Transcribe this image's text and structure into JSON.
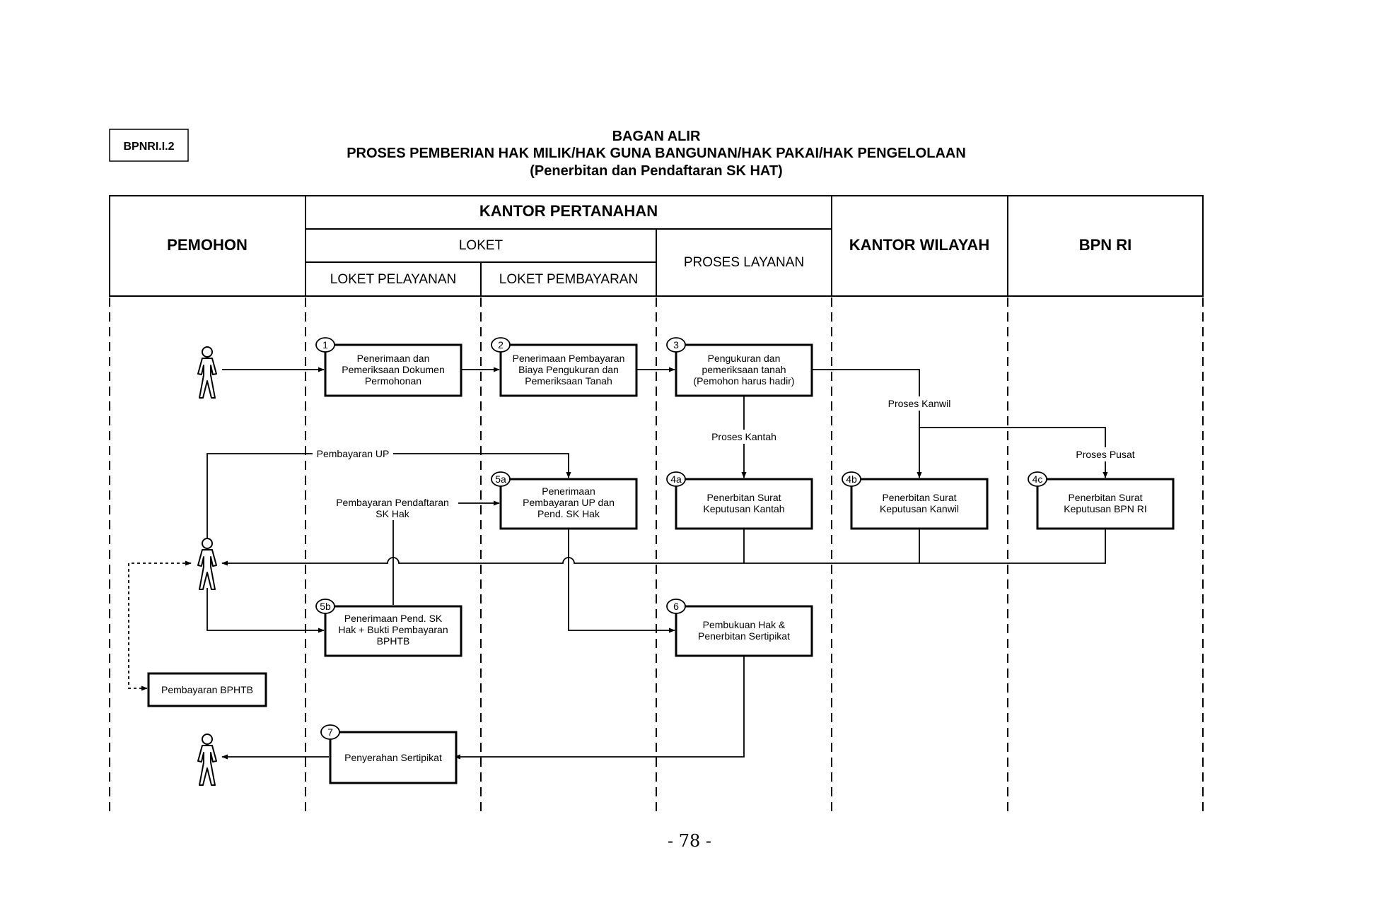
{
  "doc_code": "BPNRI.I.2",
  "title": {
    "line1": "BAGAN ALIR",
    "line2": "PROSES PEMBERIAN HAK MILIK/HAK GUNA BANGUNAN/HAK PAKAI/HAK PENGELOLAAN",
    "line3": "(Penerbitan dan Pendaftaran SK HAT)"
  },
  "header": {
    "pemohon": "PEMOHON",
    "kantor_pertanahan": "KANTOR PERTANAHAN",
    "loket": "LOKET",
    "loket_pelayanan": "LOKET PELAYANAN",
    "loket_pembayaran": "LOKET PEMBAYARAN",
    "proses_layanan": "PROSES LAYANAN",
    "kantor_wilayah": "KANTOR WILAYAH",
    "bpn_ri": "BPN RI"
  },
  "steps": {
    "s1": {
      "num": "1",
      "lines": [
        "Penerimaan dan",
        "Pemeriksaan Dokumen",
        "Permohonan"
      ]
    },
    "s2": {
      "num": "2",
      "lines": [
        "Penerimaan Pembayaran",
        "Biaya Pengukuran dan",
        "Pemeriksaan Tanah"
      ]
    },
    "s3": {
      "num": "3",
      "lines": [
        "Pengukuran dan",
        "pemeriksaan tanah",
        "(Pemohon harus hadir)"
      ]
    },
    "s4a": {
      "num": "4a",
      "lines": [
        "Penerbitan Surat",
        "Keputusan Kantah"
      ]
    },
    "s4b": {
      "num": "4b",
      "lines": [
        "Penerbitan Surat",
        "Keputusan Kanwil"
      ]
    },
    "s4c": {
      "num": "4c",
      "lines": [
        "Penerbitan Surat",
        "Keputusan BPN RI"
      ]
    },
    "s5a": {
      "num": "5a",
      "lines": [
        "Penerimaan",
        "Pembayaran UP dan",
        "Pend. SK Hak"
      ]
    },
    "s5b": {
      "num": "5b",
      "lines": [
        "Penerimaan Pend. SK",
        "Hak + Bukti Pembayaran",
        "BPHTB"
      ]
    },
    "s6": {
      "num": "6",
      "lines": [
        "Pembukuan Hak &",
        "Penerbitan Sertipikat"
      ]
    },
    "s7": {
      "num": "7",
      "lines": [
        "Penyerahan Sertipikat"
      ]
    },
    "bphtb": {
      "lines": [
        "Pembayaran BPHTB"
      ]
    }
  },
  "labels": {
    "proses_kanwil": "Proses Kanwil",
    "proses_kantah": "Proses Kantah",
    "proses_pusat": "Proses Pusat",
    "pembayaran_up": "Pembayaran UP",
    "pembayaran_pendaftaran_1": "Pembayaran Pendaftaran",
    "pembayaran_pendaftaran_2": "SK Hak"
  },
  "page_number": "- 78 -"
}
